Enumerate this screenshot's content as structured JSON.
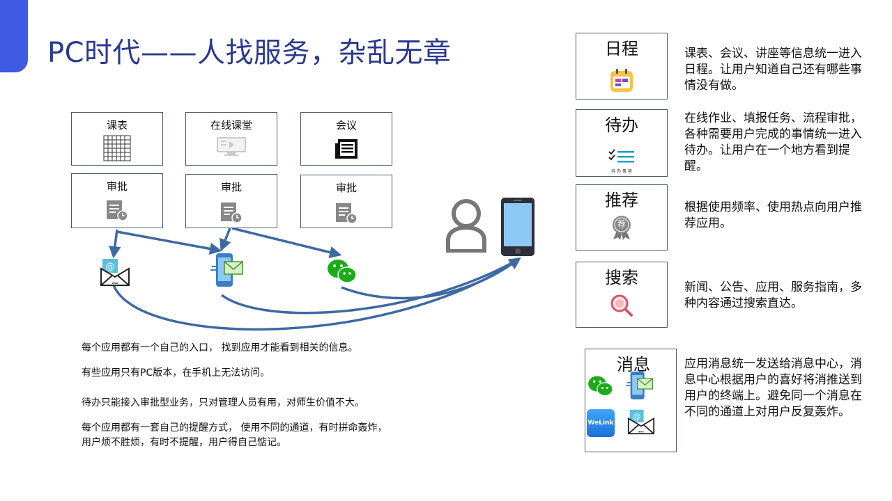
{
  "slide": {
    "title": "PC时代——人找服务，杂乱无章"
  },
  "app_boxes": [
    {
      "label": "课表",
      "icon": "grid-table-icon"
    },
    {
      "label": "在线课堂",
      "icon": "monitor-icon"
    },
    {
      "label": "会议",
      "icon": "meeting-doc-icon"
    },
    {
      "label": "审批",
      "icon": "approval-doc-icon"
    },
    {
      "label": "审批",
      "icon": "approval-doc-icon"
    },
    {
      "label": "审批",
      "icon": "approval-doc-icon"
    }
  ],
  "notes": [
    "每个应用都有一个自己的入口，  找到应用才能看到相关的信息。",
    "有些应用只有PC版本，在手机上无法访问。",
    "待办只能接入审批型业务，只对管理人员有用，对师生价值不大。",
    "每个应用都有一套自己的提醒方式，  使用不同的通道，有时拼命轰炸，",
    "用户烦不胜烦，有时不提醒，用户得自己惦记。"
  ],
  "features": [
    {
      "label": "日程",
      "icon": "calendar-icon",
      "desc": "课表、会议、讲座等信息统一进入日程。让用户知道自己还有哪些事情没有做。"
    },
    {
      "label": "待办",
      "icon": "todo-list-icon",
      "icon_caption": "待 办 事 项",
      "desc": "在线作业、填报任务、流程审批，  各种需要用户完成的事情统一进入待办。让用户在一个地方看到提醒。"
    },
    {
      "label": "推荐",
      "icon": "recommend-badge-icon",
      "icon_char": "荐",
      "desc": "根据使用频率、使用热点向用户推荐应用。"
    },
    {
      "label": "搜索",
      "icon": "search-icon",
      "desc": "新闻、公告、应用、服务指南，多种内容通过搜索直达。"
    },
    {
      "label": "消息",
      "icon": "message-channels-icon",
      "desc": "应用消息统一发送给消息中心，消息中心根据用户的喜好将消推送到用户的终端上。避免同一个消息在不同的通道上对用户反复轰炸。"
    }
  ],
  "message_icons": {
    "welink": "WeLink"
  },
  "colors": {
    "accent": "#3f5be6",
    "title": "#2b3a8e",
    "arrow": "#3d6aa2",
    "wechat": "#1aad19",
    "phone_screen": "#8ec9f5"
  }
}
